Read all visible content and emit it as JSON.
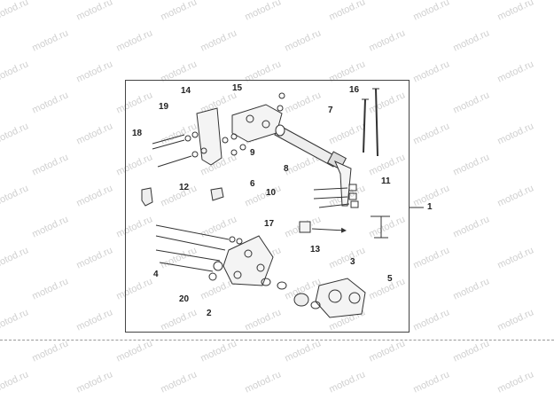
{
  "watermark": "motod.ru",
  "callouts": {
    "c1": "1",
    "c2": "2",
    "c3": "3",
    "c4": "4",
    "c5": "5",
    "c6": "6",
    "c7": "7",
    "c8": "8",
    "c9": "9",
    "c10": "10",
    "c11": "11",
    "c12": "12",
    "c13": "13",
    "c14": "14",
    "c15": "15",
    "c16": "16",
    "c17": "17",
    "c18": "18",
    "c19": "19",
    "c20": "20"
  }
}
